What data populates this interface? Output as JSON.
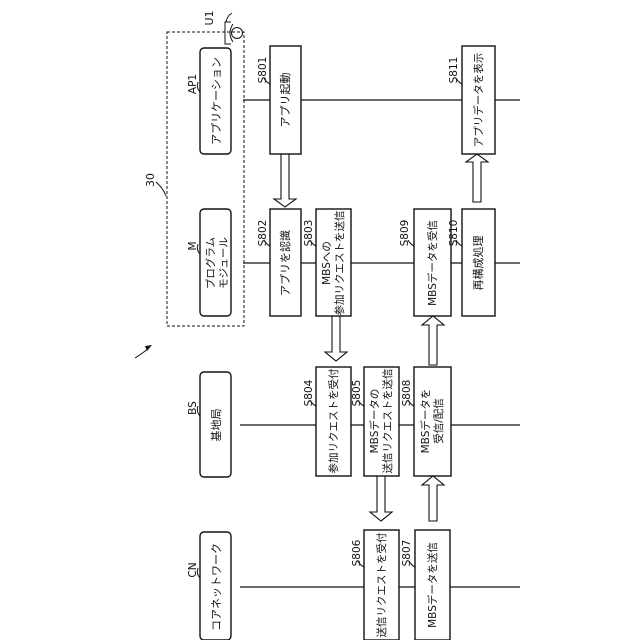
{
  "user_ref": "U1",
  "module_group_ref": "30",
  "lanes": [
    {
      "ref": "AP1",
      "name": "アプリケーション"
    },
    {
      "ref": "M",
      "name_lines": [
        "プログラム",
        "モジュール"
      ]
    },
    {
      "ref": "BS",
      "name": "基地局"
    },
    {
      "ref": "CN",
      "name": "コアネットワーク"
    }
  ],
  "steps": {
    "s801": {
      "id": "S801",
      "lines": [
        "アプリ起動"
      ]
    },
    "s802": {
      "id": "S802",
      "lines": [
        "アプリを認識"
      ]
    },
    "s803": {
      "id": "S803",
      "lines": [
        "MBSへの",
        "参加リクエストを送信"
      ]
    },
    "s804": {
      "id": "S804",
      "lines": [
        "参加リクエストを受付"
      ]
    },
    "s805": {
      "id": "S805",
      "lines": [
        "MBSデータの",
        "送信リクエストを送信"
      ]
    },
    "s806": {
      "id": "S806",
      "lines": [
        "送信リクエストを受付"
      ]
    },
    "s807": {
      "id": "S807",
      "lines": [
        "MBSデータを送信"
      ]
    },
    "s808": {
      "id": "S808",
      "lines": [
        "MBSデータを",
        "受信/配信"
      ]
    },
    "s809": {
      "id": "S809",
      "lines": [
        "MBSデータを受信"
      ]
    },
    "s810": {
      "id": "S810",
      "lines": [
        "再構成処理"
      ]
    },
    "s811": {
      "id": "S811",
      "lines": [
        "アプリデータを表示"
      ]
    }
  }
}
